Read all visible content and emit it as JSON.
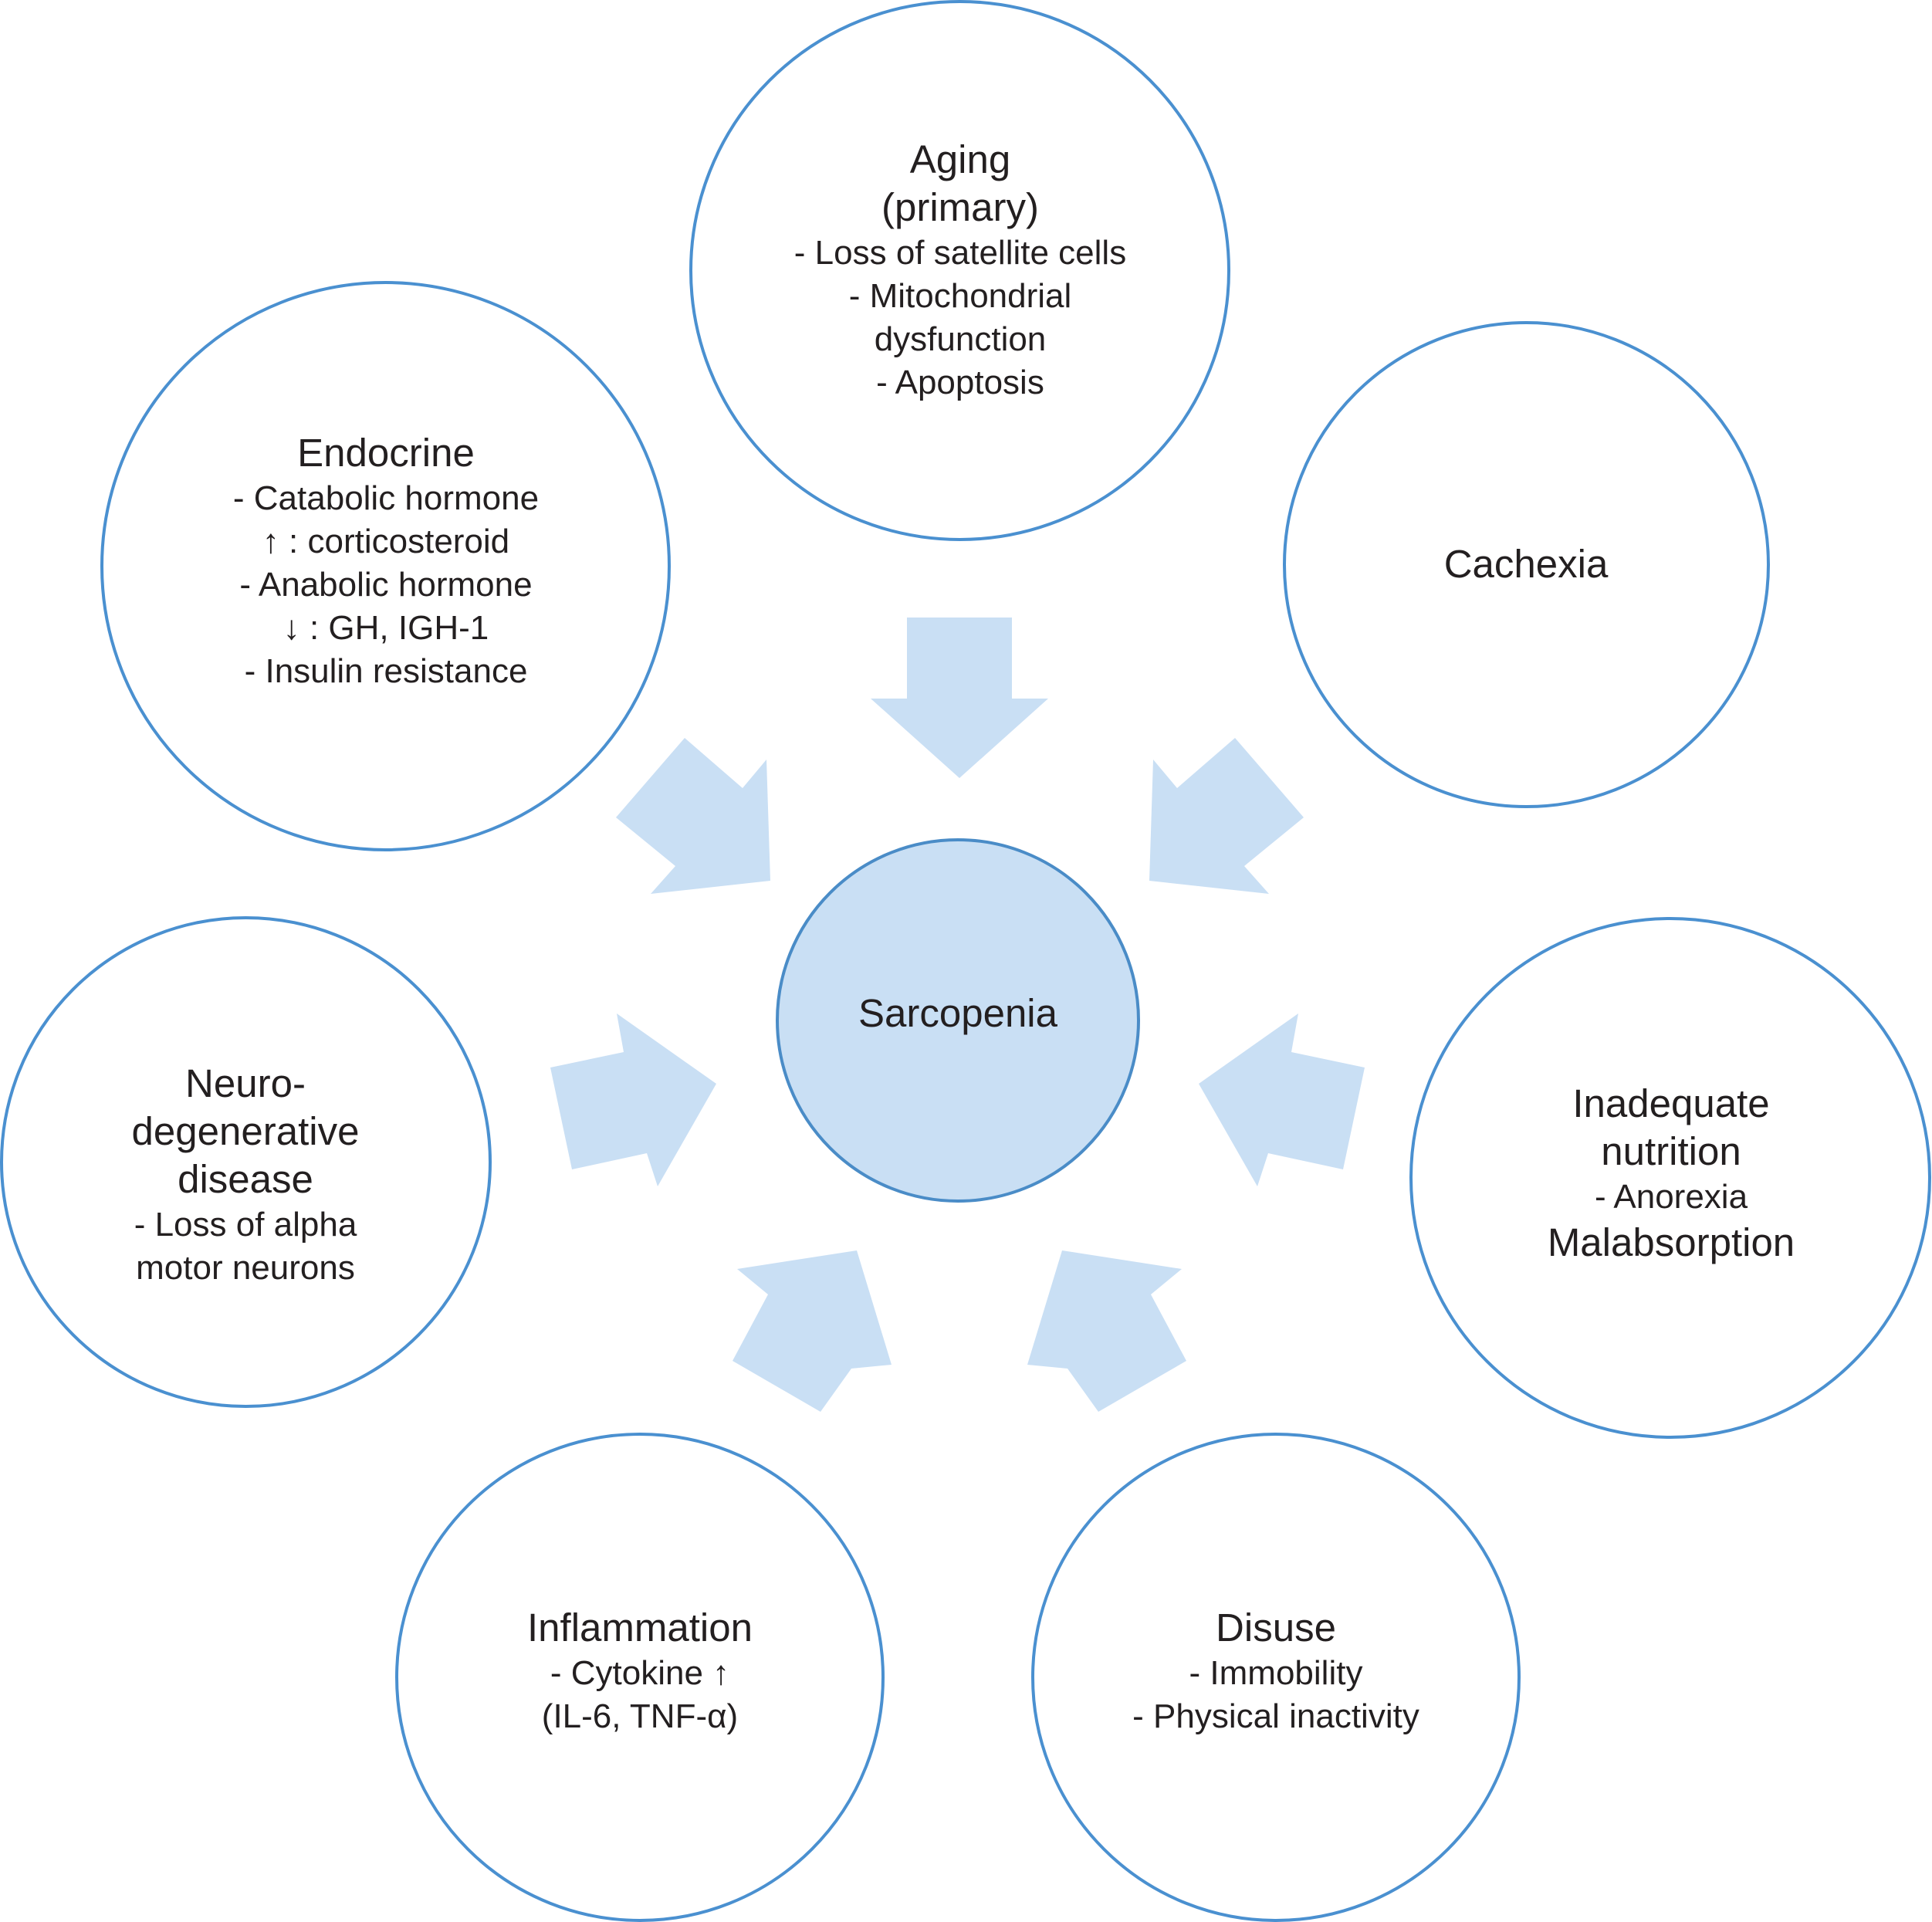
{
  "center": {
    "title": "Sarcopenia"
  },
  "causes": {
    "aging": {
      "title_1": "Aging",
      "title_2": "(primary)",
      "line_1": "- Loss of satellite cells",
      "line_2": "- Mitochondrial",
      "line_3": "dysfunction",
      "line_4": "- Apoptosis"
    },
    "endocrine": {
      "title": "Endocrine",
      "line_1": "- Catabolic hormone",
      "line_2": "↑ : corticosteroid",
      "line_3": "- Anabolic hormone",
      "line_4": "↓ : GH, IGH-1",
      "line_5": "- Insulin resistance"
    },
    "cachexia": {
      "title": "Cachexia"
    },
    "neuro": {
      "title_1": "Neuro-",
      "title_2": "degenerative",
      "title_3": "disease",
      "line_1": "- Loss of alpha",
      "line_2": "motor neurons"
    },
    "nutrition": {
      "title_1": "Inadequate",
      "title_2": "nutrition",
      "line_1": "- Anorexia",
      "line_2": "Malabsorption"
    },
    "inflammation": {
      "title": "Inflammation",
      "line_1": "- Cytokine ↑",
      "line_2": "(IL-6, TNF-α)"
    },
    "disuse": {
      "title": "Disuse",
      "line_1": "- Immobility",
      "line_2": "- Physical inactivity"
    }
  },
  "colors": {
    "circle_outline": "#4a90d0",
    "center_fill": "#c9dff4",
    "arrow_fill": "#c9dff4",
    "text": "#231f20"
  }
}
